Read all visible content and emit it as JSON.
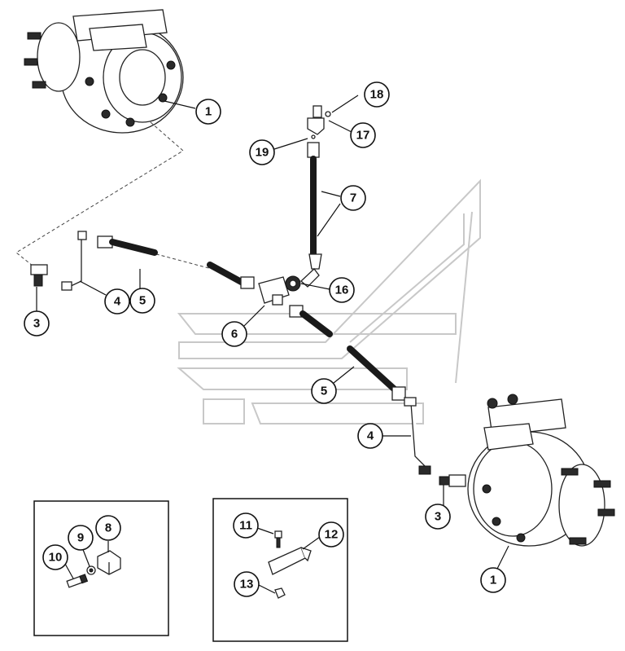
{
  "callouts": {
    "c18": "18",
    "c17": "17",
    "c19": "19",
    "c7": "7",
    "c1a": "1",
    "c1b": "1",
    "c3a": "3",
    "c3b": "3",
    "c4a": "4",
    "c4b": "4",
    "c5a": "5",
    "c5b": "5",
    "c6": "6",
    "c16": "16",
    "c8": "8",
    "c9": "9",
    "c10": "10",
    "c11": "11",
    "c12": "12",
    "c13": "13"
  },
  "icons": {
    "motor": "hydraulic-wheel-motor-icon",
    "hose": "hydraulic-hose-icon",
    "tee": "tee-fitting-icon",
    "elbow": "elbow-fitting-icon",
    "tube": "steel-tube-icon"
  },
  "colors": {
    "line": "#111111",
    "watermark": "#c8c8c8"
  }
}
